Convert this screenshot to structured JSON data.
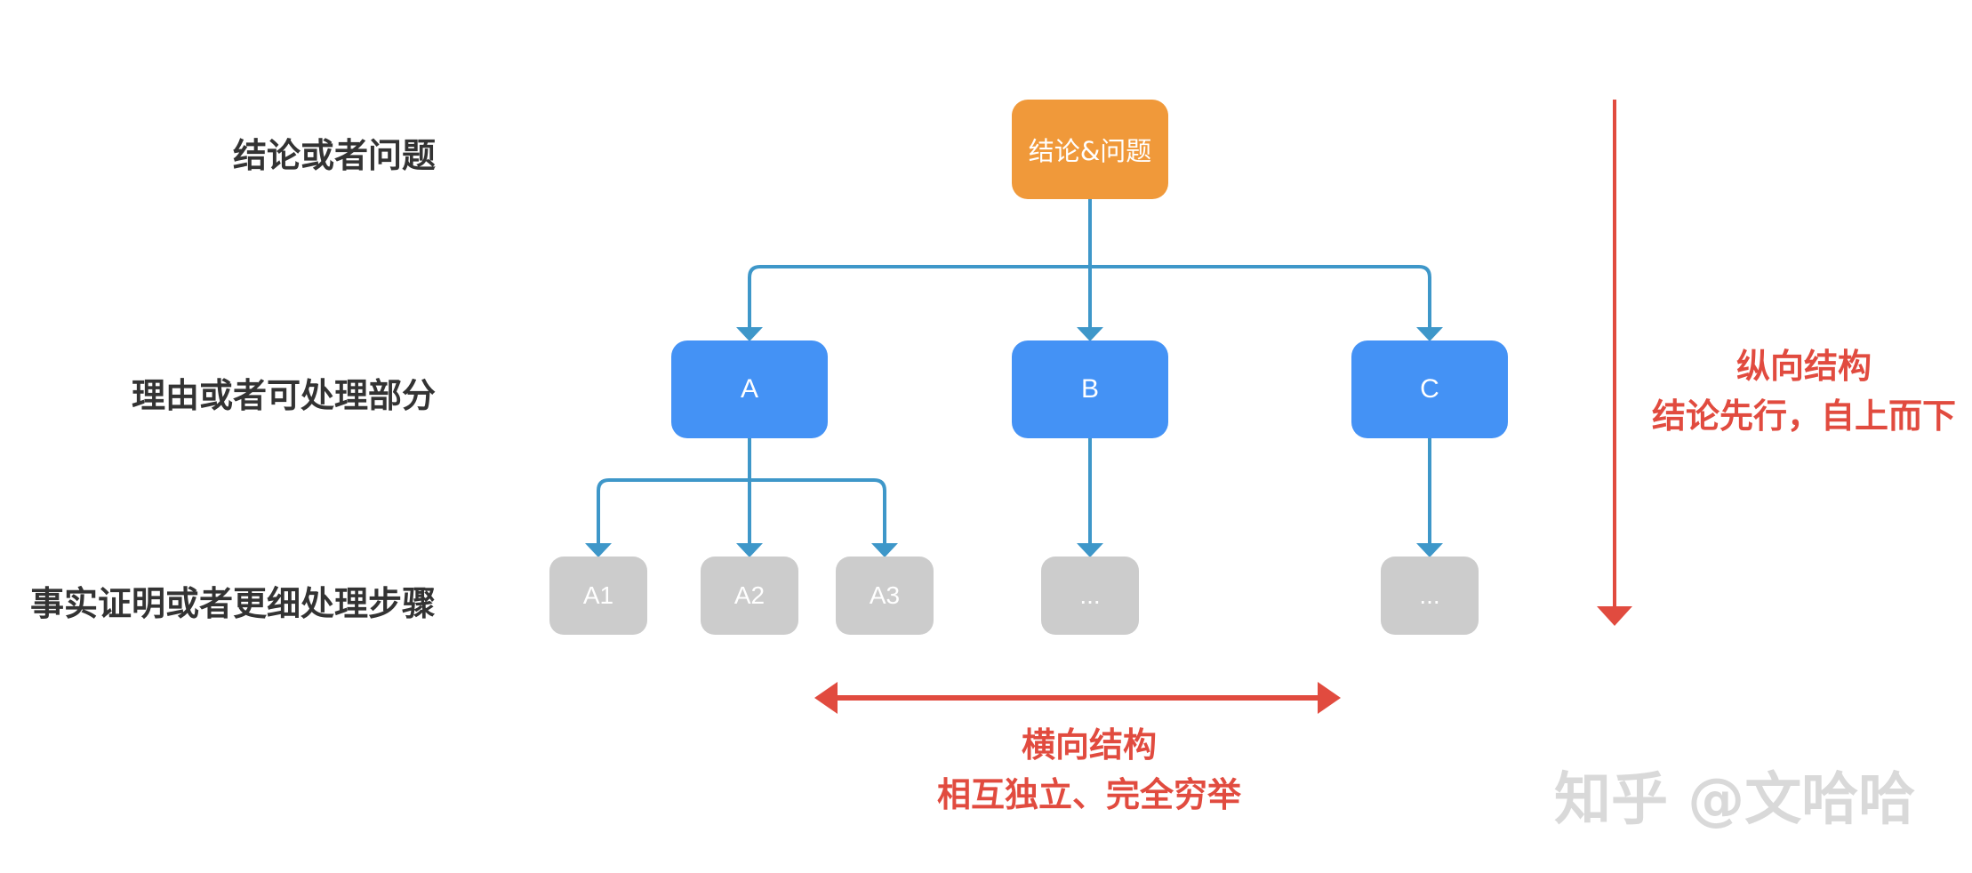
{
  "levels": {
    "level1": "结论或者问题",
    "level2": "理由或者可处理部分",
    "level3": "事实证明或者更细处理步骤"
  },
  "nodes": {
    "root": "结论&问题",
    "mid": [
      "A",
      "B",
      "C"
    ],
    "leaves": [
      "A1",
      "A2",
      "A3",
      "...",
      "..."
    ]
  },
  "vertical": {
    "title": "纵向结构",
    "subtitle": "结论先行，自上而下"
  },
  "horizontal": {
    "title": "横向结构",
    "subtitle": "相互独立、完全穷举"
  },
  "watermark": "知乎 @文哈哈",
  "colors": {
    "root": "#f0993a",
    "mid": "#4492f5",
    "leaf": "#cccccc",
    "connector": "#3e97c9",
    "accent_red": "#e14b3f"
  }
}
